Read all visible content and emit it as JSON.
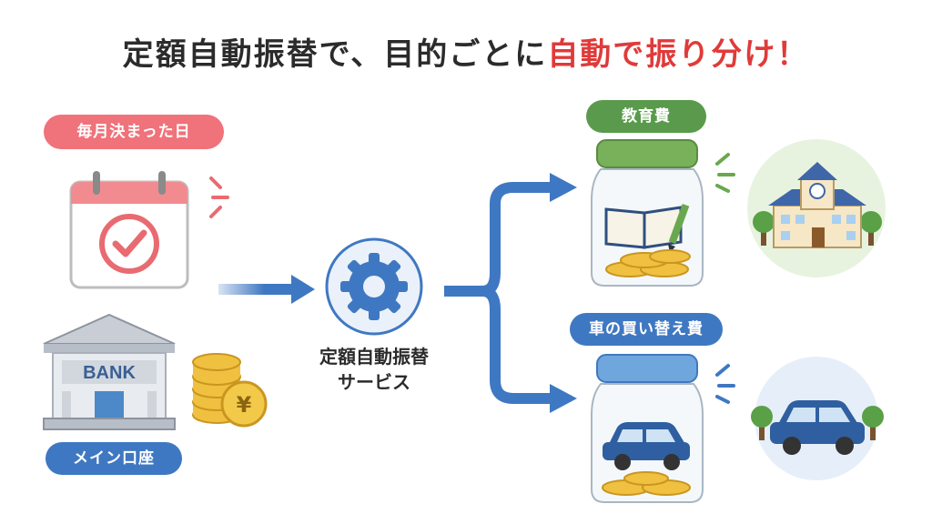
{
  "title": {
    "part1": "定額自動振替で、目的ごとに",
    "part2": "自動で振り分け！"
  },
  "labels": {
    "schedule": "毎月決まった日",
    "main_account": "メイン口座",
    "bank_sign": "BANK",
    "yen_symbol": "¥",
    "service_line1": "定額自動振替",
    "service_line2": "サービス",
    "goal_education": "教育費",
    "goal_car": "車の買い替え費"
  },
  "colors": {
    "accent_red": "#e03a3a",
    "pink_label": "#f0727a",
    "blue_label": "#3f78c2",
    "green_label": "#5a9a4c",
    "arrow_blue": "#3f78c2"
  },
  "icons": [
    "calendar-check-icon",
    "bank-building-icon",
    "coin-stack-icon",
    "gear-icon",
    "jar-icon",
    "book-icon",
    "pencil-icon",
    "school-building-icon",
    "car-icon",
    "tree-icon"
  ]
}
